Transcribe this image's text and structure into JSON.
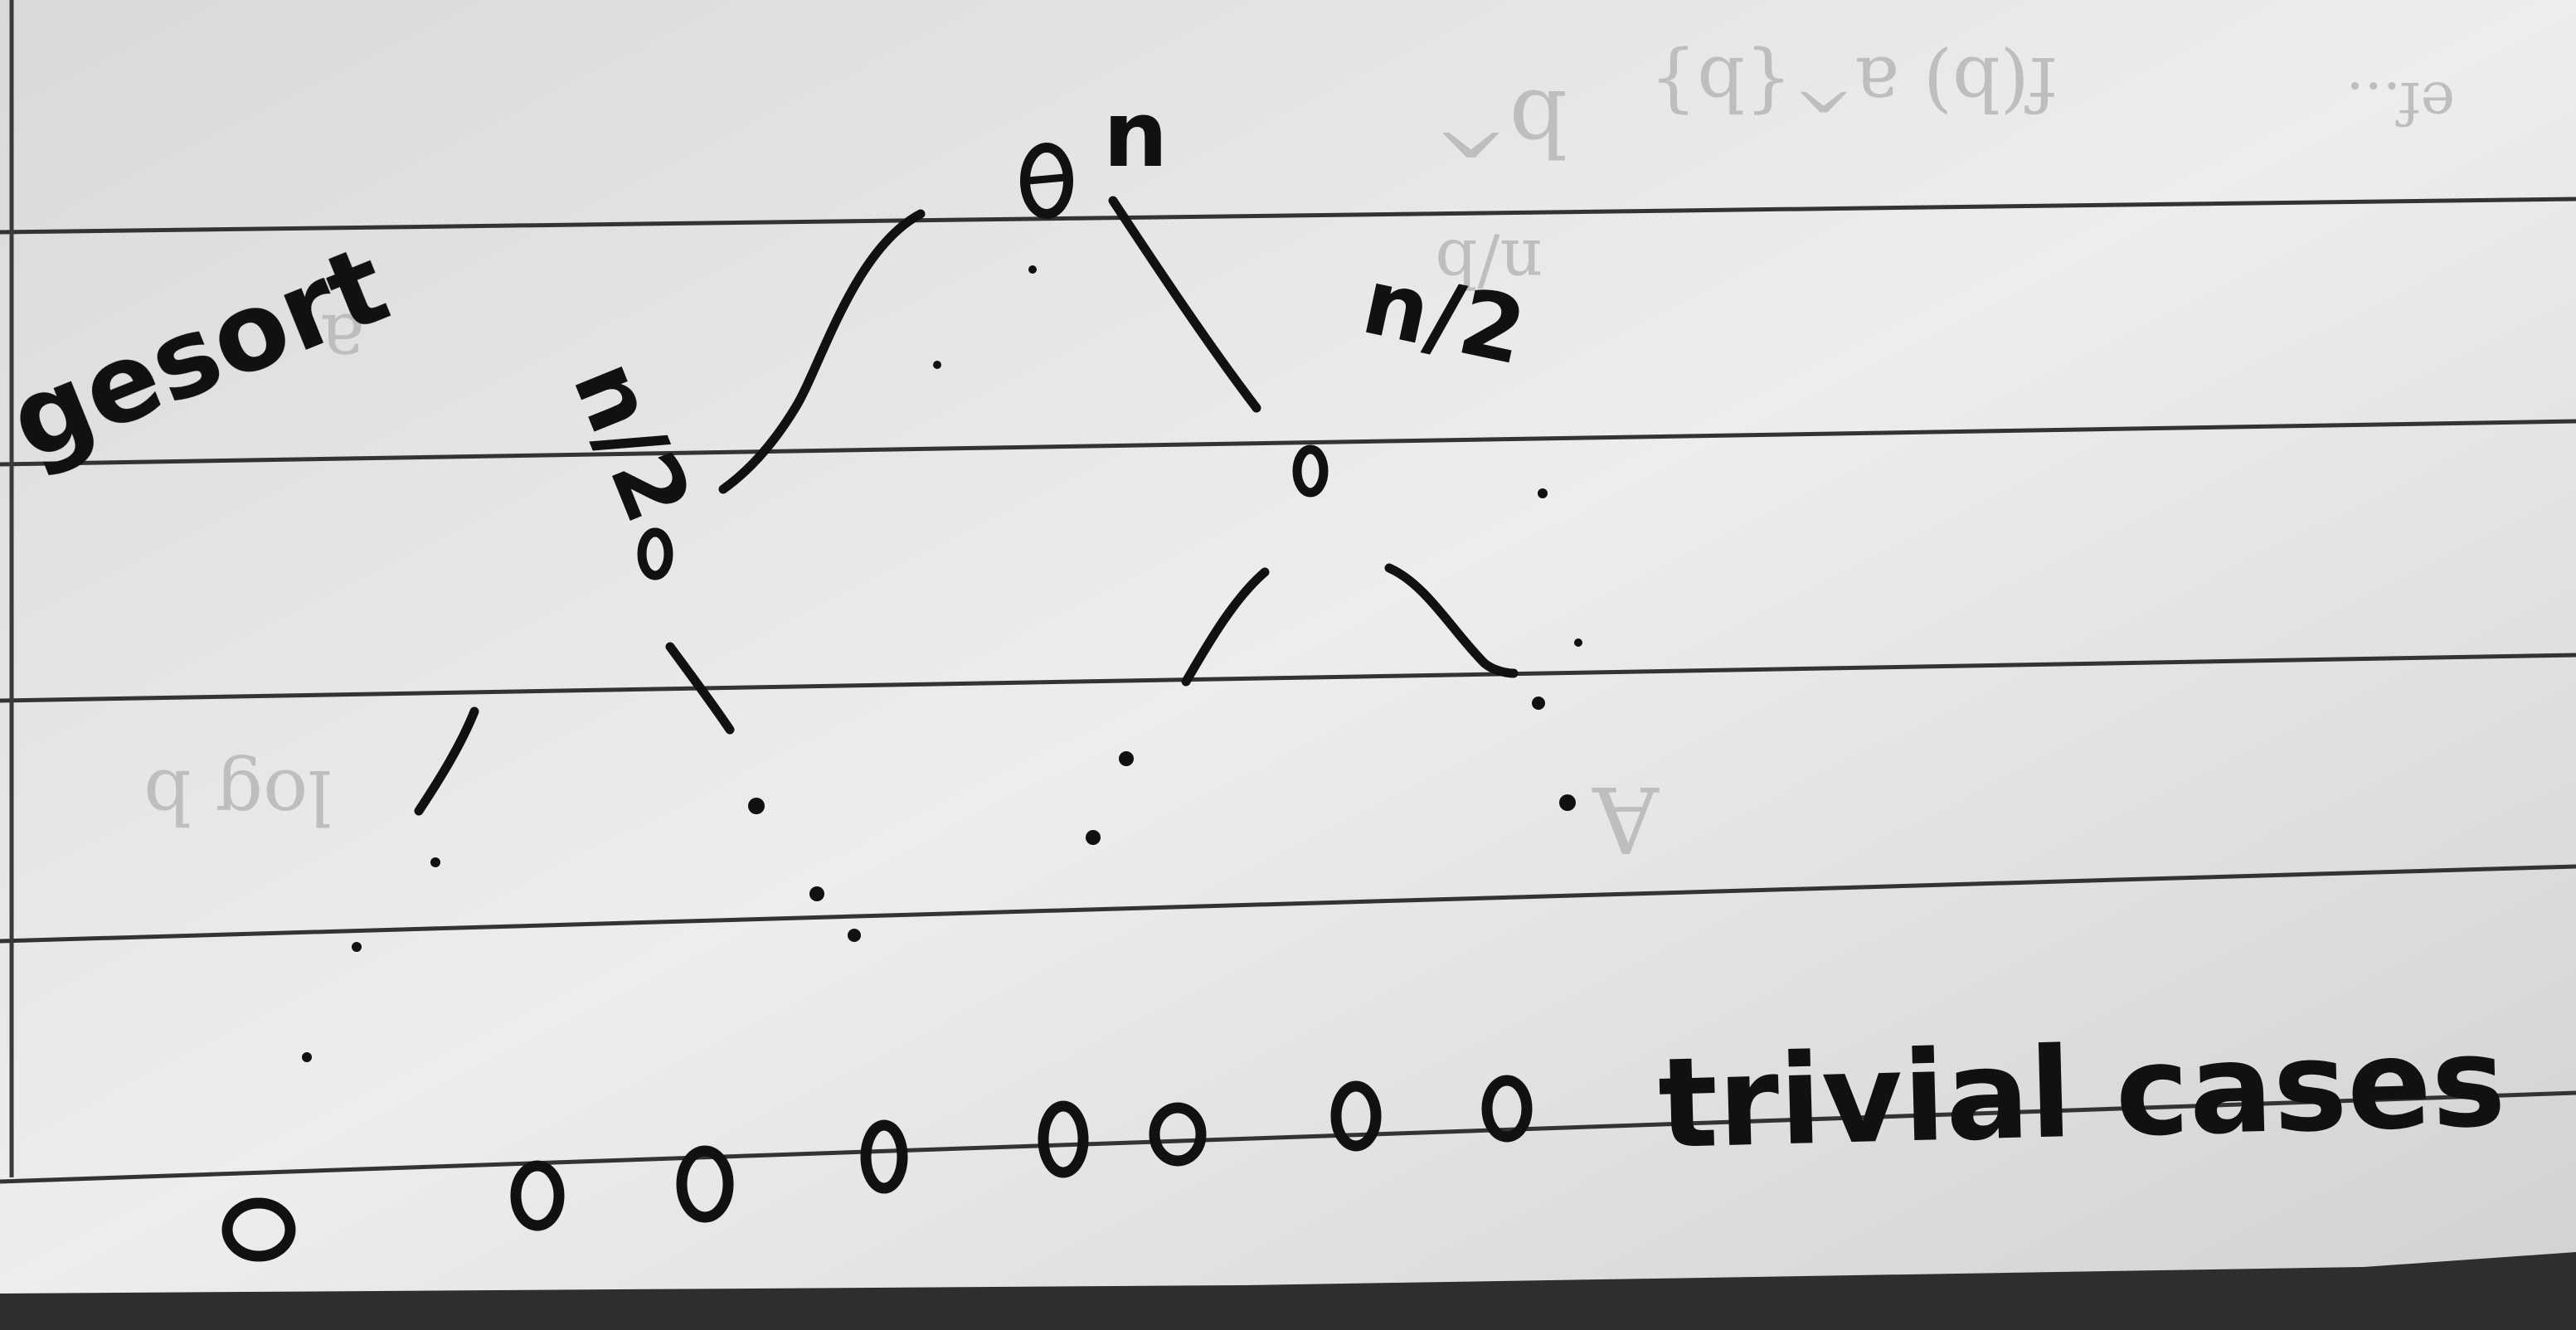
{
  "heading": {
    "text": "gesort"
  },
  "tree": {
    "root_label": "n",
    "left_child_label": "n/2",
    "right_child_label": "n/2",
    "leaves_label": "trivial cases",
    "leaf_count": 8,
    "level_count": 4
  },
  "colors": {
    "ink": "#111111",
    "paper": "#e6e6e6",
    "rule": "#333333",
    "bleed": "#bdbdbd"
  }
}
